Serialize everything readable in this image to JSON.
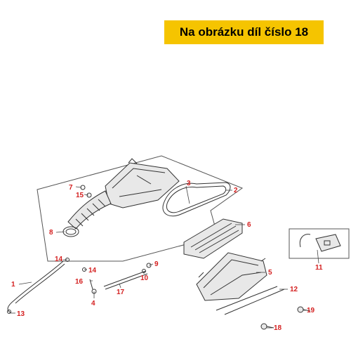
{
  "banner": {
    "text": "Na obrázku díl číslo 18"
  },
  "callouts": [
    "1",
    "2",
    "3",
    "4",
    "5",
    "6",
    "7",
    "8",
    "9",
    "10",
    "11",
    "12",
    "13",
    "14",
    "14",
    "15",
    "16",
    "17",
    "18",
    "19"
  ],
  "colors": {
    "banner_bg": "#f5c400",
    "callout": "#d42020",
    "line": "#333333"
  }
}
